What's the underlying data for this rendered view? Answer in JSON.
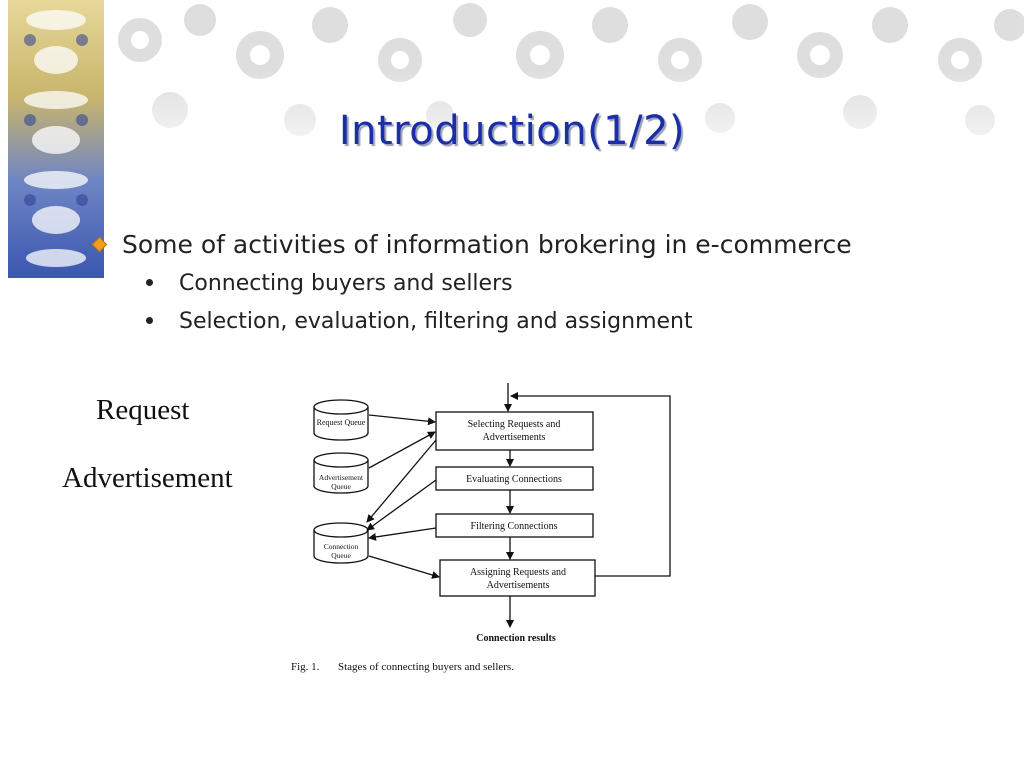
{
  "slide": {
    "title": "Introduction(1/2)",
    "main_bullet": "Some of activities of information brokering in e-commerce",
    "sub_bullets": [
      "Connecting buyers and sellers",
      "Selection, evaluation, filtering and assignment"
    ]
  },
  "side_labels": {
    "request": "Request",
    "advertisement": "Advertisement"
  },
  "figure": {
    "queues": {
      "request": "Request Queue",
      "advertisement_line1": "Advertisement",
      "advertisement_line2": "Queue",
      "connection_line1": "Connection",
      "connection_line2": "Queue"
    },
    "stages": {
      "selecting_line1": "Selecting Requests and",
      "selecting_line2": "Advertisements",
      "evaluating": "Evaluating Connections",
      "filtering": "Filtering Connections",
      "assigning_line1": "Assigning Requests and",
      "assigning_line2": "Advertisements"
    },
    "output": "Connection results",
    "caption_num": "Fig. 1.",
    "caption_text": "Stages of connecting buyers and sellers."
  },
  "colors": {
    "title": "#1c2ea6",
    "diamond_bullet": "#f0a020"
  }
}
